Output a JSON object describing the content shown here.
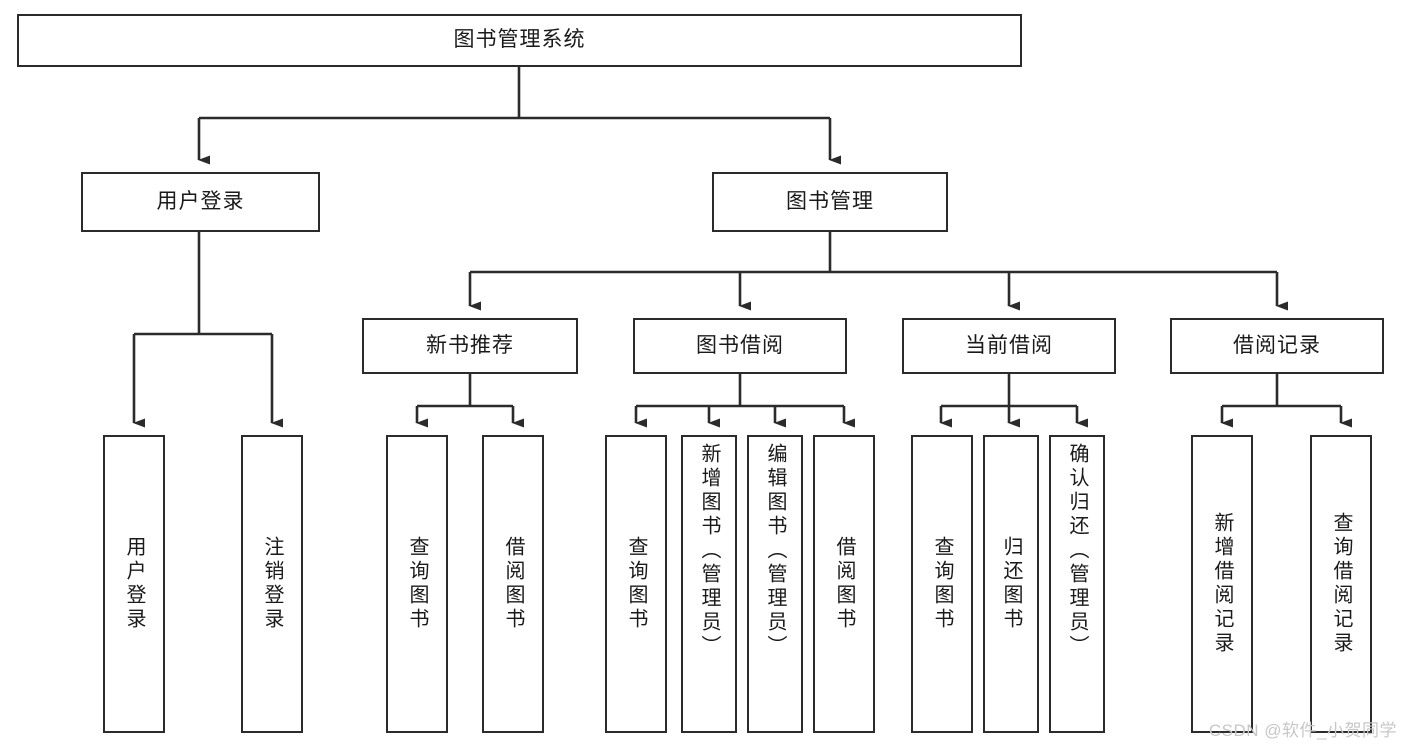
{
  "diagram": {
    "title": "图书管理系统",
    "type": "tree-hierarchy",
    "watermark": "CSDN @软件_小贺同学",
    "colors": {
      "box_border": "#2b2b2b",
      "box_fill": "#ffffff",
      "connector": "#2b2b2b",
      "text": "#1a1a1a",
      "watermark": "#c7c7c7"
    },
    "nodes": {
      "root": {
        "label": "图书管理系统"
      },
      "level1": [
        {
          "label": "用户登录"
        },
        {
          "label": "图书管理"
        }
      ],
      "level2": [
        {
          "label": "新书推荐"
        },
        {
          "label": "图书借阅"
        },
        {
          "label": "当前借阅"
        },
        {
          "label": "借阅记录"
        }
      ],
      "leaves": {
        "user_login": [
          {
            "label": "用户登录"
          },
          {
            "label": "注销登录"
          }
        ],
        "new_book_recommend": [
          {
            "label": "查询图书"
          },
          {
            "label": "借阅图书"
          }
        ],
        "book_borrow": [
          {
            "label": "查询图书"
          },
          {
            "label": "新增图书（管理员）"
          },
          {
            "label": "编辑图书（管理员）"
          },
          {
            "label": "借阅图书"
          }
        ],
        "current_borrow": [
          {
            "label": "查询图书"
          },
          {
            "label": "归还图书"
          },
          {
            "label": "确认归还（管理员）"
          }
        ],
        "borrow_record": [
          {
            "label": "新增借阅记录"
          },
          {
            "label": "查询借阅记录"
          }
        ]
      }
    }
  }
}
